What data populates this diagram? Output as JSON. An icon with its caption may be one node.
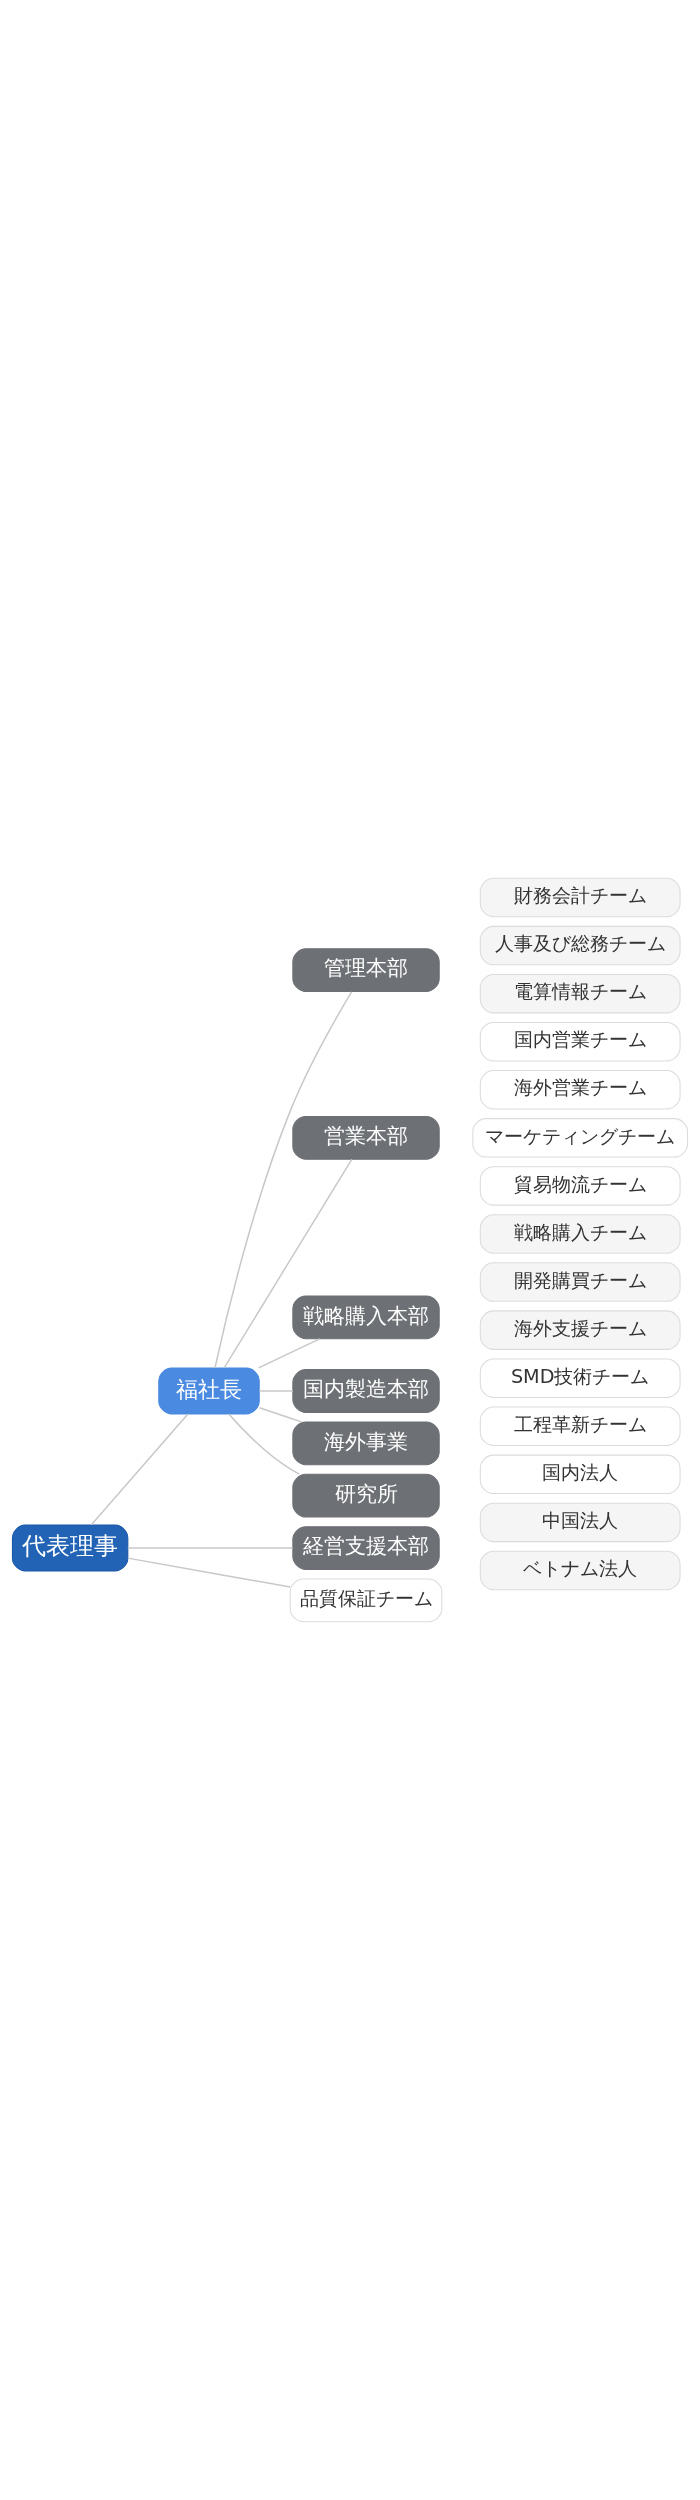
{
  "diagram": {
    "nodes": [
      {
        "text": [
          "代表理事"
        ]
      },
      {
        "text": [
          "福社長"
        ]
      },
      {
        "text": [
          "管理本部"
        ]
      },
      {
        "text": [
          "財務会計チーム"
        ]
      },
      {
        "text": [
          "人事及び総務チーム"
        ]
      },
      {
        "text": [
          "電算情報チーム"
        ]
      },
      {
        "text": [
          "営業本部"
        ]
      },
      {
        "text": [
          "国内営業チーム"
        ]
      },
      {
        "text": [
          "海外営業チーム"
        ]
      },
      {
        "text": [
          "マーケティングチーム"
        ]
      },
      {
        "text": [
          "貿易物流チーム"
        ]
      },
      {
        "text": [
          "戦略購入本部"
        ]
      },
      {
        "text": [
          "戦略購入チーム"
        ]
      },
      {
        "text": [
          "開発購買チーム"
        ]
      },
      {
        "text": [
          "海外支援チーム"
        ]
      },
      {
        "text": [
          "国内製造本部"
        ]
      },
      {
        "text": [
          "SMD技術チーム"
        ]
      },
      {
        "text": [
          "工程革新チーム"
        ]
      },
      {
        "text": [
          "国内法人"
        ]
      },
      {
        "text": [
          "海外事業"
        ]
      },
      {
        "text": [
          "中国法人"
        ]
      },
      {
        "text": [
          "ベトナム法人"
        ]
      },
      {
        "text": [
          "研究所"
        ]
      },
      {
        "text": [
          "経営支援本部"
        ]
      },
      {
        "text": [
          "品質保証チーム"
        ]
      }
    ],
    "edges": [
      {
        "from": 0,
        "to": 1,
        "arrow": "none"
      },
      {
        "from": 1,
        "to": 2,
        "arrow": "none"
      },
      {
        "from": 1,
        "to": 6,
        "arrow": "none"
      },
      {
        "from": 1,
        "to": 11,
        "arrow": "none"
      },
      {
        "from": 1,
        "to": 15,
        "arrow": "none"
      },
      {
        "from": 1,
        "to": 19,
        "arrow": "none"
      },
      {
        "from": 1,
        "to": 22,
        "arrow": "none"
      },
      {
        "from": 0,
        "to": 23,
        "arrow": "none"
      },
      {
        "from": 0,
        "to": 24,
        "arrow": "none"
      }
    ]
  }
}
